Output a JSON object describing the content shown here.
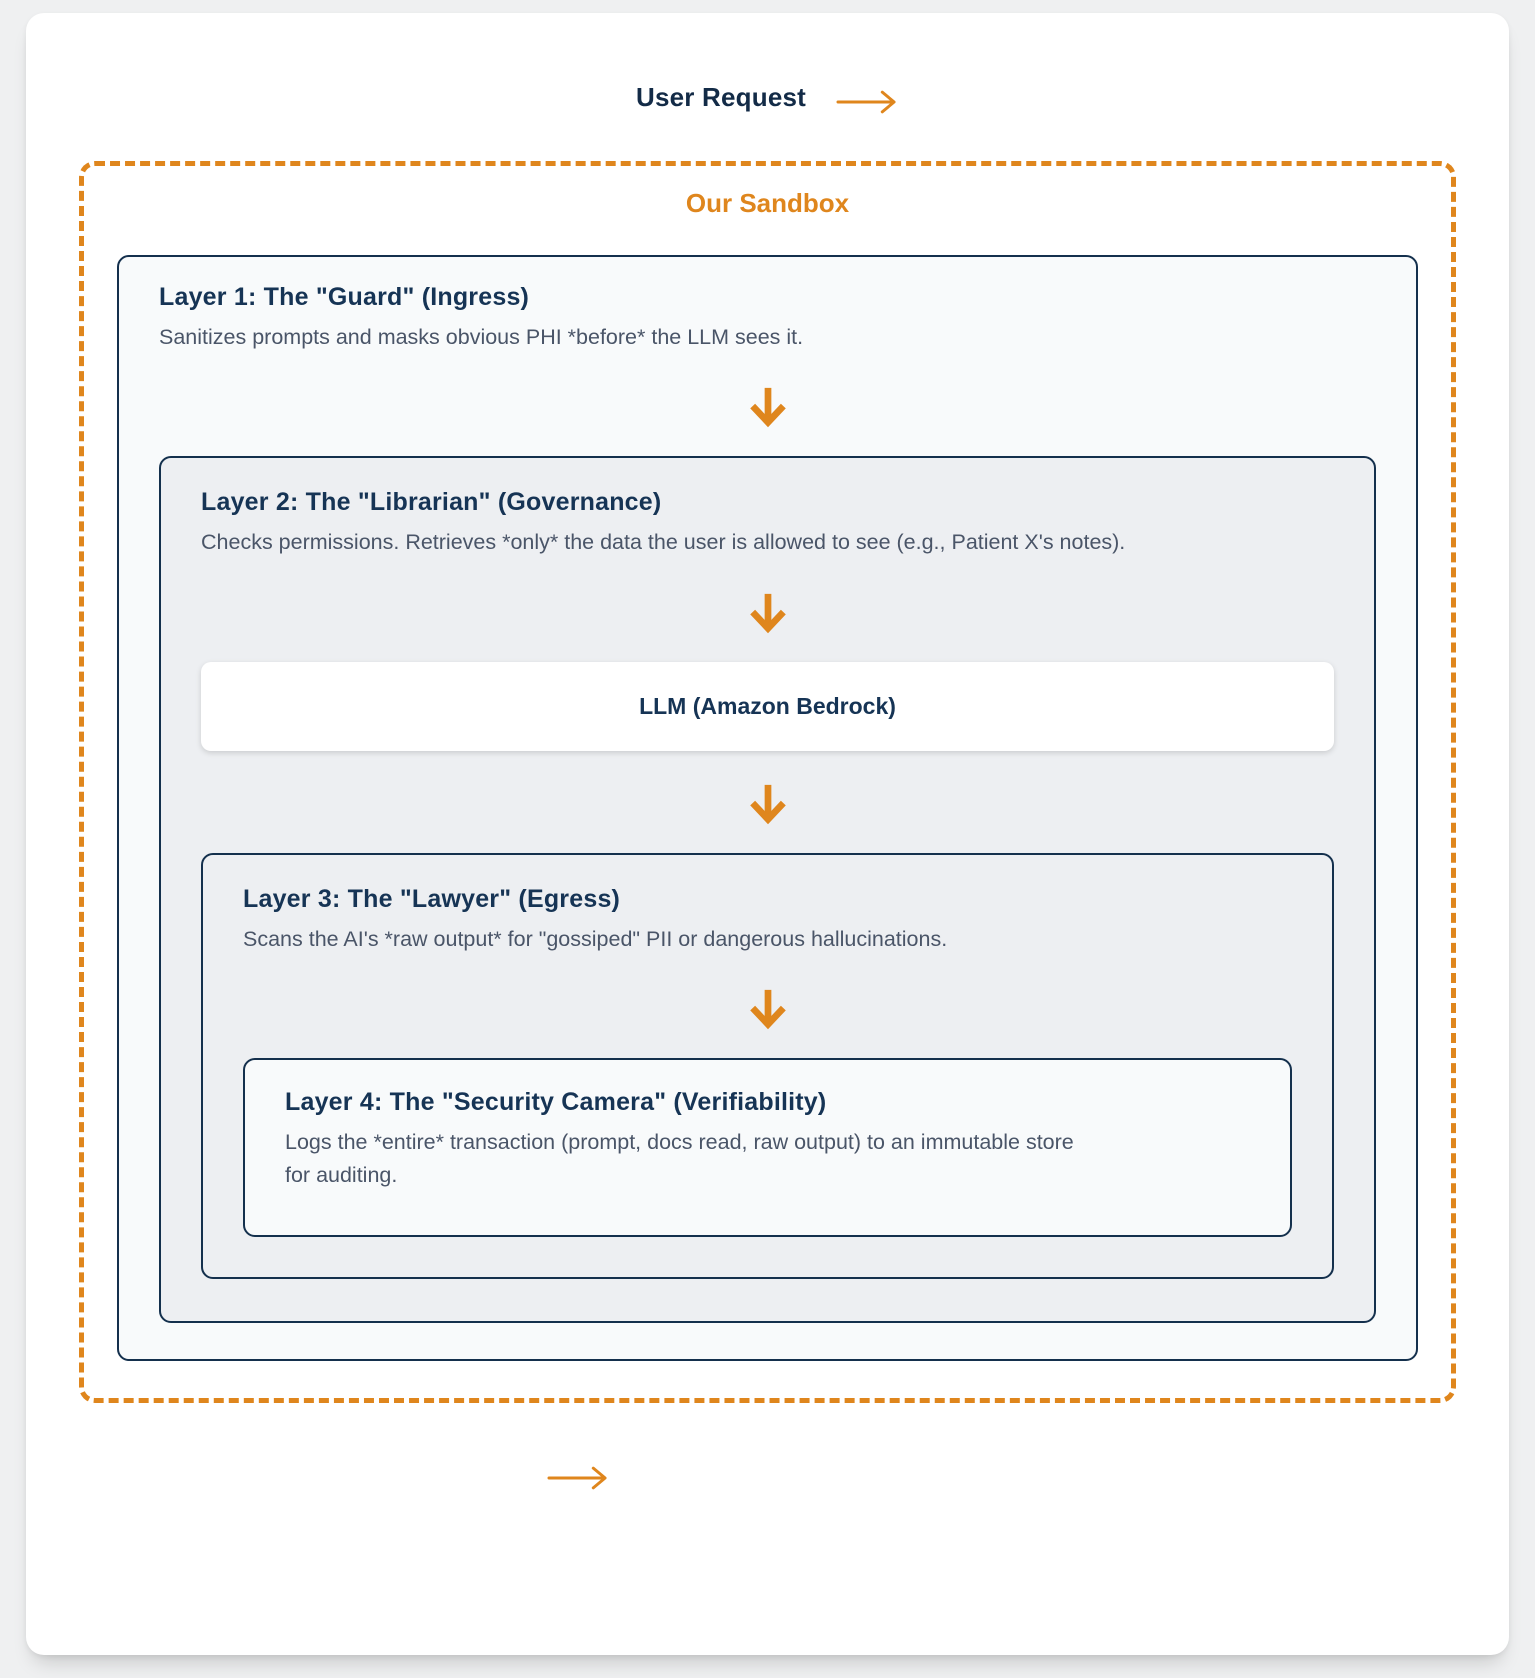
{
  "header": {
    "label": "User Request"
  },
  "sandbox": {
    "title": "Our Sandbox"
  },
  "layers": [
    {
      "title": "Layer 1: The \"Guard\" (Ingress)",
      "description": "Sanitizes prompts and masks obvious PHI *before* the LLM sees it."
    },
    {
      "title": "Layer 2: The \"Librarian\" (Governance)",
      "description": "Checks permissions. Retrieves *only* the data the user is allowed to see (e.g., Patient X's notes)."
    },
    {
      "title": "Layer 3: The \"Lawyer\" (Egress)",
      "description": "Scans the AI's *raw output* for \"gossiped\" PII or dangerous hallucinations."
    },
    {
      "title": "Layer 4: The \"Security Camera\" (Verifiability)",
      "description": "Logs the *entire* transaction (prompt, docs read, raw output) to an immutable store for auditing."
    }
  ],
  "llm": {
    "label": "LLM (Amazon Bedrock)"
  },
  "icons": {
    "request_arrow": "right-arrow-icon",
    "flow_arrow": "down-arrow-icon",
    "exit_arrow": "right-arrow-icon"
  },
  "colors": {
    "accent_orange": "#DF861D",
    "navy_border": "#14304D",
    "title_navy": "#163455",
    "body_text": "#4A5568",
    "layer_light_bg": "#F8FAFB",
    "layer_gray_bg": "#EDEFF2",
    "card_bg": "#FFFFFF",
    "page_bg": "#EFF0F1"
  }
}
